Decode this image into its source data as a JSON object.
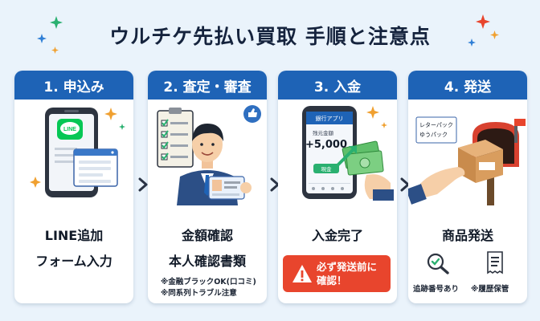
{
  "title": "ウルチケ先払い買取 手順と注意点",
  "steps": [
    {
      "header": "1. 申込み",
      "lines": [
        "LINE追加",
        "フォーム入力"
      ],
      "logo_text": "LINE"
    },
    {
      "header": "2. 査定・審査",
      "lines": [
        "金額確認",
        "本人確認書類"
      ],
      "notes": [
        "※金融ブラックOK(口コミ)",
        "※同系列トラブル注意"
      ]
    },
    {
      "header": "3. 入金",
      "lines": [
        "入金完了"
      ],
      "app_title": "銀行アプリ",
      "balance_label": "残元金額",
      "amount": "+5,000",
      "cash_label": "現金"
    },
    {
      "header": "4. 発送",
      "lines": [
        "商品発送"
      ],
      "parcel_labels": [
        "レターパック",
        "ゆうパック"
      ],
      "tools": [
        "追跡番号あり",
        "※履歴保管"
      ]
    }
  ],
  "warning": {
    "lines": [
      "必ず発送前に",
      "確認！"
    ]
  },
  "colors": {
    "header": "#1e63b6",
    "warning": "#e8452d",
    "line_green": "#06c755",
    "background": "#eaf3fb"
  }
}
